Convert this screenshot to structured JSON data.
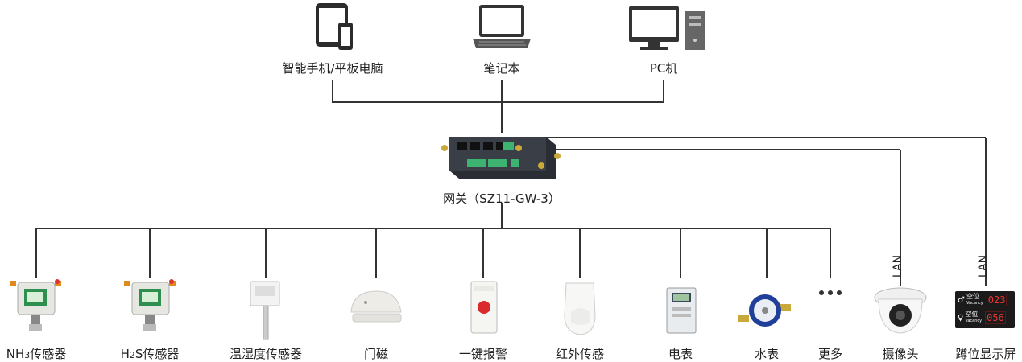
{
  "top_devices": [
    {
      "label": "智能手机/平板电脑",
      "icon": "tablet-phone-icon"
    },
    {
      "label": "笔记本",
      "icon": "laptop-icon"
    },
    {
      "label": "PC机",
      "icon": "desktop-pc-icon"
    }
  ],
  "gateway": {
    "label": "网关（SZ11-GW-3）",
    "icon": "gateway-device-icon"
  },
  "bottom_devices": [
    {
      "label": "NH3传感器",
      "icon": "gas-sensor-icon"
    },
    {
      "label": "H2S传感器",
      "icon": "gas-sensor-icon"
    },
    {
      "label": "温湿度传感器",
      "icon": "temp-humidity-sensor-icon"
    },
    {
      "label": "门磁",
      "icon": "door-magnet-icon"
    },
    {
      "label": "一键报警",
      "icon": "alarm-button-icon"
    },
    {
      "label": "红外传感",
      "icon": "infrared-sensor-icon"
    },
    {
      "label": "电表",
      "icon": "electric-meter-icon"
    },
    {
      "label": "水表",
      "icon": "water-meter-icon"
    },
    {
      "label": "更多",
      "icon": "more-dots-icon"
    },
    {
      "label": "摄像头",
      "icon": "camera-icon"
    },
    {
      "label": "蹲位显示屏",
      "icon": "vacancy-display-icon"
    }
  ],
  "nh3": {
    "prefix": "NH",
    "sub": "3",
    "suffix": "传感器"
  },
  "h2s": {
    "prefix": "H",
    "sub": "2",
    "suffix": "S传感器"
  },
  "lan_labels": [
    "LAN",
    "LAN"
  ],
  "display_panel": {
    "row1_text": "空位",
    "row1_sub": "Vacancy",
    "row1_num": "023",
    "row2_text": "空位",
    "row2_sub": "Vacancy",
    "row2_num": "056"
  }
}
